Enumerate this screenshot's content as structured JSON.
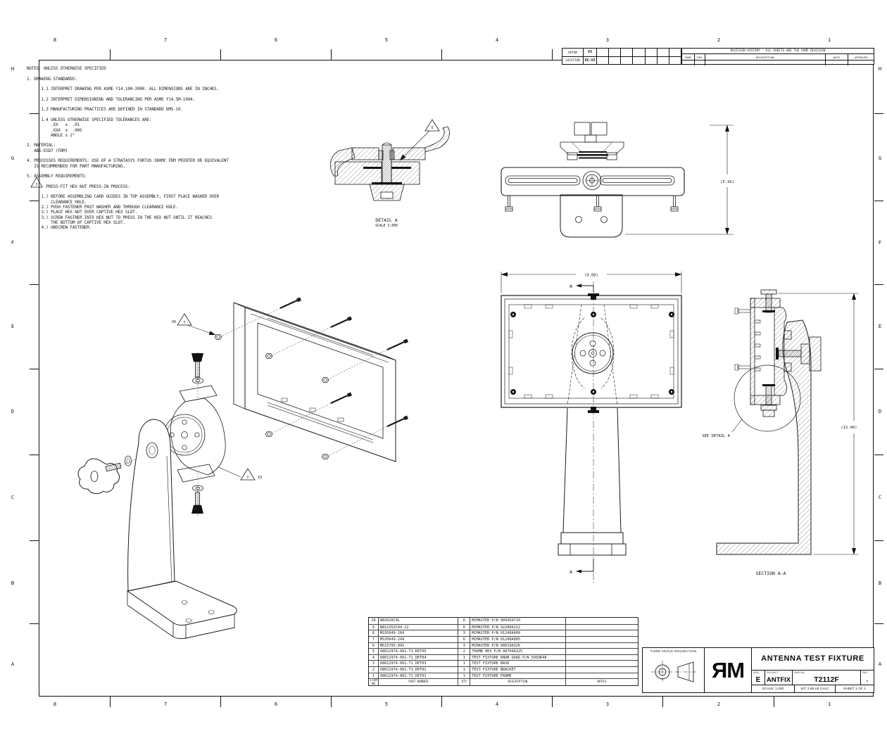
{
  "sheet": {
    "zones": {
      "columns": [
        "8",
        "7",
        "6",
        "5",
        "4",
        "3",
        "2",
        "1"
      ],
      "rows": [
        "H",
        "G",
        "F",
        "E",
        "D",
        "C",
        "B",
        "A"
      ]
    }
  },
  "datum_block": {
    "datum_label": "DATUM",
    "datum_value": "XX",
    "location_label": "LOCATION",
    "location_value": "XX-XX"
  },
  "revision_block": {
    "title": "REVISION HISTORY - ALL SHEETS ARE THE SAME REVISION",
    "columns": [
      "ZONE",
      "REV",
      "DESCRIPTION",
      "DATE",
      "APPROVED"
    ]
  },
  "notes": {
    "lines": [
      "NOTES: UNLESS OTHERWISE SPECIFIED",
      "",
      "1. DRAWING STANDARDS:",
      "",
      "      1.1 INTERPRET DRAWING PER ASME Y14.100-2000. ALL DIMENSIONS ARE IN INCHES.",
      "",
      "      1.2 INTERPRET DIMENSIONING AND TOLERANCING PER ASME Y14.5M-1994.",
      "",
      "      1.3 MANUFACTURING PRACTICES ARE DEFINED IN STANDARD DMS-10.",
      "",
      "      1.4 UNLESS OTHERWISE SPECIFIED TOLERANCES ARE:",
      "          .XX   ±  .01",
      "          .XXX  ±  .005",
      "          ANGLE ± 2°",
      "",
      "2. MATERIAL:",
      "   ABS-ESD7 (FDM)",
      "",
      "4. PROCESSES REQUIREMENTS: USE OF A STRATASYS FORTUS 380MC FDM PRINTER OR EQUIVALENT",
      "   IS RECOMMENDED FOR PART MANUFACTURING.",
      "",
      "5. ASSEMBLY REQUIREMENTS:",
      "",
      "        PRESS-FIT HEX NUT PRESS-IN PROCESS:",
      "",
      "      1.) BEFORE ASSEMBLING CARD GUIDES IN TOP ASSEMBLY, FIRST PLACE WASHER OVER",
      "          CLEARANCE HOLE.",
      "      2.) PUSH FASTENER PAST WASHER AND THROUGH CLEARANCE HOLE.",
      "      2.) PLACE HEX NUT OVER CAPTIVE HEX SLOT.",
      "      3.) SCREW FASTNER INTO HEX NUT TO PRESS IN THE HEX NUT UNTIL IT REACHES",
      "          THE BOTTOM OF CAPTIVE HEX SLOT.",
      "      4.) UNSCREW FASTENER."
    ],
    "flag": "5"
  },
  "views": {
    "detail_a": {
      "title": "DETAIL A",
      "scale": "SCALE 3.000",
      "flag": "5"
    },
    "top_view": {
      "height_dim": "(5.16)"
    },
    "front_view": {
      "width_dim": "(9.00)",
      "section_label": "A"
    },
    "section_view": {
      "title": "SECTION A-A",
      "height_dim": "(12.96)",
      "see_detail": "SEE DETAIL A"
    },
    "exploded": {
      "qty_flag_top": "X6",
      "qty_flag_bottom": "X3",
      "flag": "5"
    }
  },
  "parts_list": {
    "headers": [
      "ITEM NO",
      "PART NUMBER",
      "QTY",
      "DESCRIPTION",
      "NOTES"
    ],
    "rows": [
      [
        "10",
        "NAS620C4L",
        "6",
        "MCMASTER P/N 90945A710",
        ""
      ],
      [
        "9",
        "NAS1352C04-12",
        "6",
        "MCMASTER P/N 92200A112",
        ""
      ],
      [
        "8",
        "MS35649-284",
        "3",
        "MCMASTER P/N 91240A009",
        ""
      ],
      [
        "7",
        "MS35649-244",
        "6",
        "MCMASTER P/N 91240A005",
        ""
      ],
      [
        "6",
        "MS15795-841",
        "3",
        "MCMASTER P/N 98019A326",
        ""
      ],
      [
        "5",
        "68012974-001-T1_DET05",
        "2",
        "THUMB HEX P/N 98704A325",
        ""
      ],
      [
        "4",
        "68012974-001-T1_DET04",
        "1",
        "TEST FIXTURE KNOB QUAD P/N 5993K48",
        ""
      ],
      [
        "3",
        "68012974-001-T1_DET03",
        "1",
        "TEST FIXTURE BASE",
        ""
      ],
      [
        "2",
        "68012974-001-T1_DET02",
        "1",
        "TEST FIXTURE BRACKET",
        ""
      ],
      [
        "1",
        "68012974-001-T1_DET01",
        "1",
        "TEST FIXTURE FRAME",
        ""
      ]
    ]
  },
  "title_block": {
    "projection_label": "THIRD ANGLE PROJECTION",
    "logo": "ЯM",
    "title": "ANTENNA TEST FIXTURE",
    "size_label": "SIZE",
    "size": "E",
    "project_label": "PROJECT",
    "project": "ANTFIX",
    "dwg_label": "DWG NO",
    "dwg_no": "T2112F",
    "rev_label": "REV",
    "rev": "-",
    "scale": "SCALE: 1.000",
    "weight": "WT: 2.89 LB CALC",
    "sheet": "SHEET 1 OF 1"
  }
}
